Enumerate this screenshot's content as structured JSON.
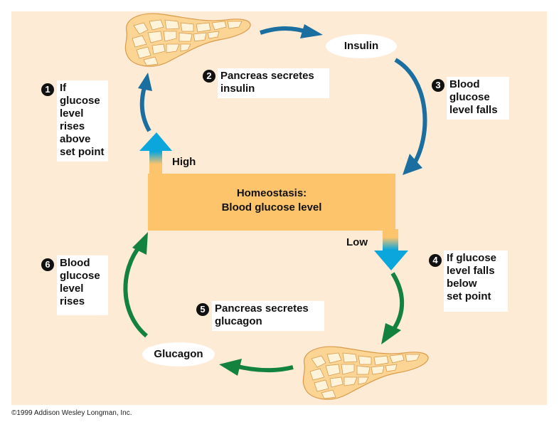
{
  "diagram": {
    "center_box": {
      "line1": "Homeostasis:",
      "line2": "Blood glucose level"
    },
    "high_label": "High",
    "low_label": "Low",
    "insulin_label": "Insulin",
    "glucagon_label": "Glucagon",
    "steps": [
      {
        "number": "1",
        "lines": [
          "If glucose",
          "level rises",
          "above",
          "set point"
        ]
      },
      {
        "number": "2",
        "lines": [
          "Pancreas secretes",
          "insulin"
        ]
      },
      {
        "number": "3",
        "lines": [
          "Blood",
          "glucose",
          "level falls"
        ]
      },
      {
        "number": "4",
        "lines": [
          "If glucose",
          "level falls",
          "below",
          "set point"
        ]
      },
      {
        "number": "5",
        "lines": [
          "Pancreas secretes",
          "glucagon"
        ]
      },
      {
        "number": "6",
        "lines": [
          "Blood",
          "glucose",
          "level",
          "rises"
        ]
      }
    ],
    "colors": {
      "background": "#fdebd5",
      "center_box": "#fec46c",
      "insulin_arrows": "#1a6fa0",
      "glucagon_arrows": "#13823f",
      "high_low_arrows": "#0aa6dc",
      "pancreas": "#fcd595"
    }
  },
  "footer": {
    "copyright": "©1999 Addison Wesley Longman, Inc."
  }
}
